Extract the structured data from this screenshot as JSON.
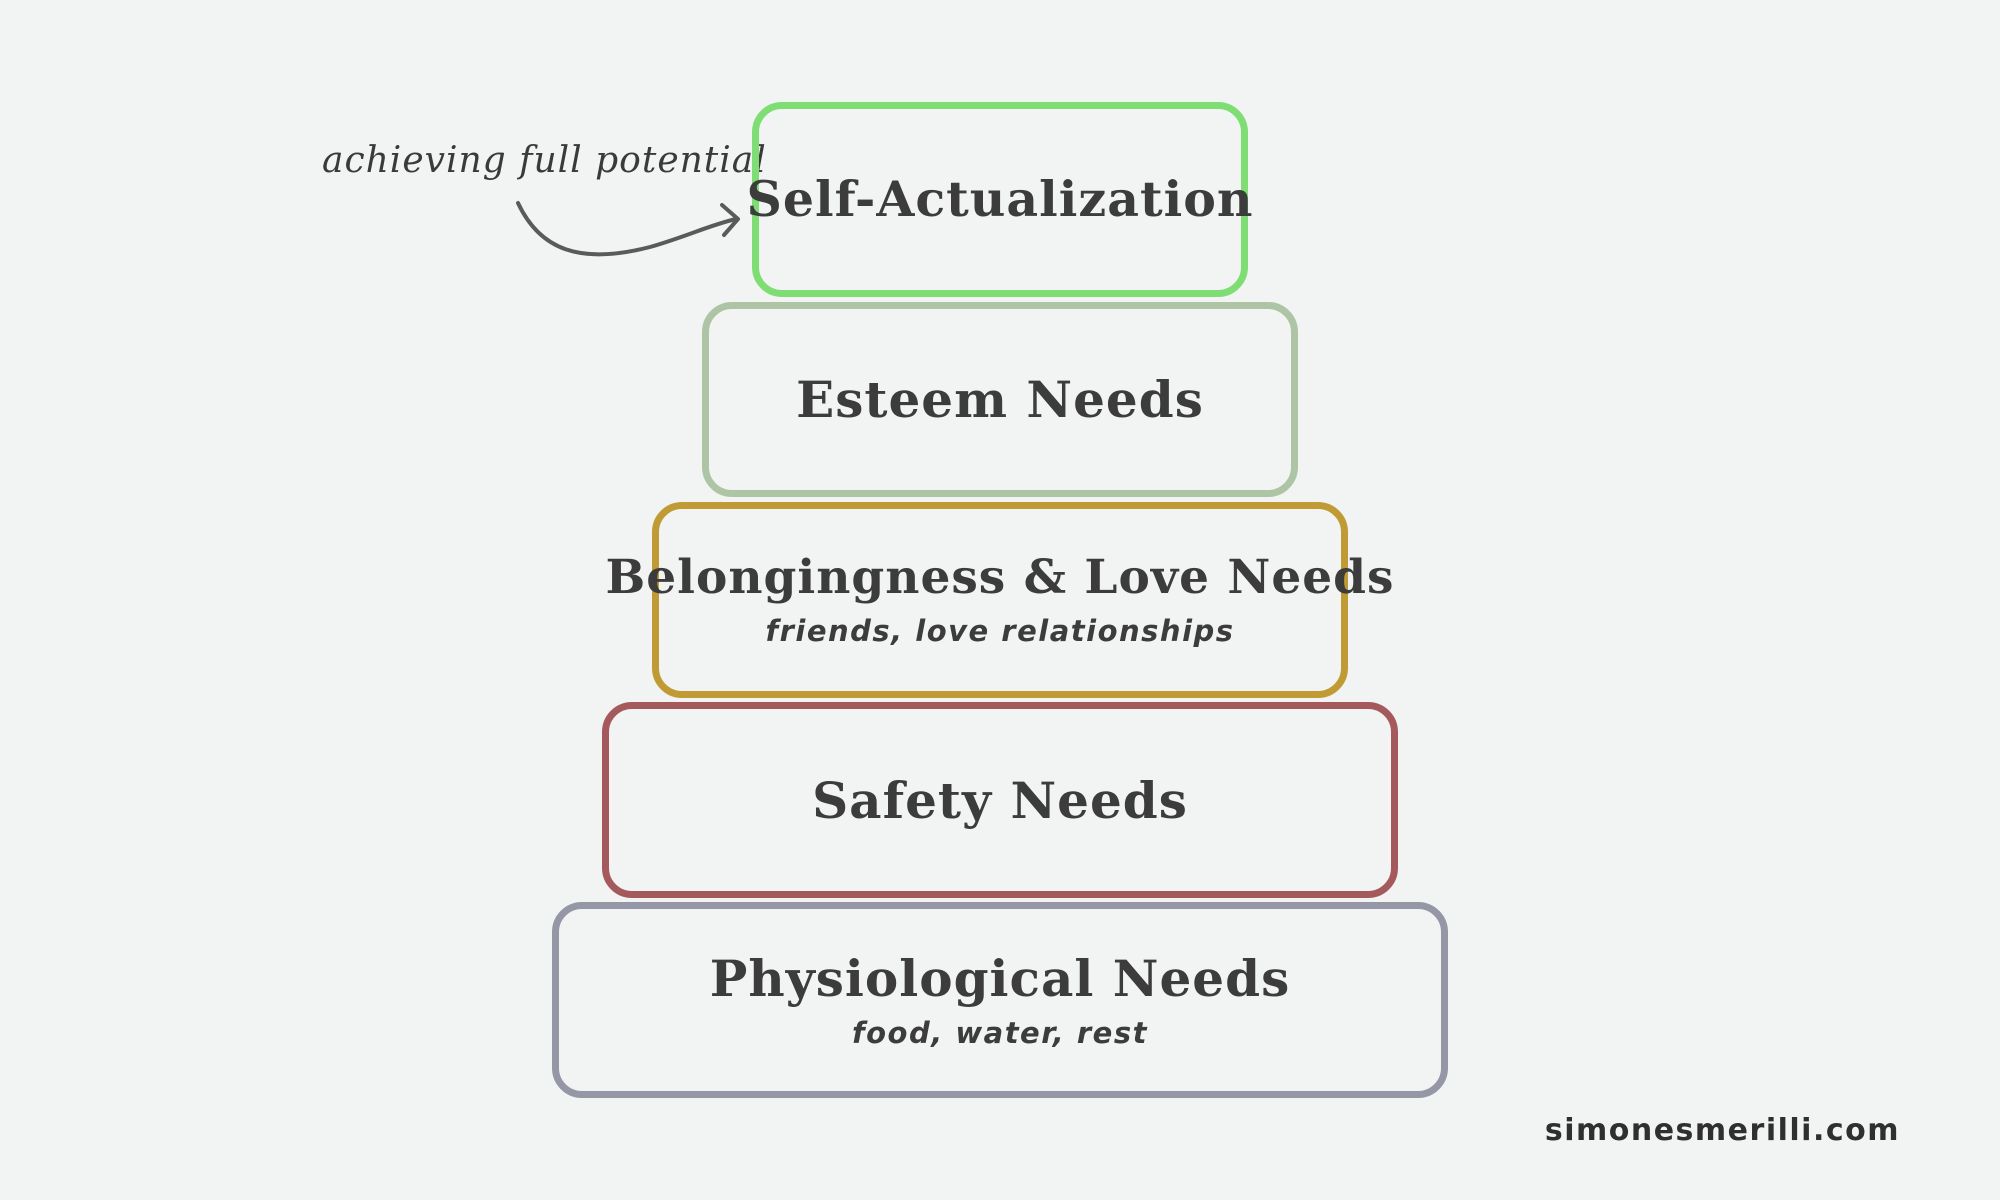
{
  "annotation": "achieving full potential",
  "tiers": [
    {
      "title": "Self-Actualization",
      "subtitle": "",
      "color": "#7ede74"
    },
    {
      "title": "Esteem Needs",
      "subtitle": "",
      "color": "#adc5a5"
    },
    {
      "title": "Belongingness & Love Needs",
      "subtitle": "friends, love relationships",
      "color": "#c09a35"
    },
    {
      "title": "Safety Needs",
      "subtitle": "",
      "color": "#a45a5c"
    },
    {
      "title": "Physiological Needs",
      "subtitle": "food, water, rest",
      "color": "#9597a7"
    }
  ],
  "watermark": "simonesmerilli.com",
  "icons": {
    "arrow": "curved-arrow-icon"
  }
}
